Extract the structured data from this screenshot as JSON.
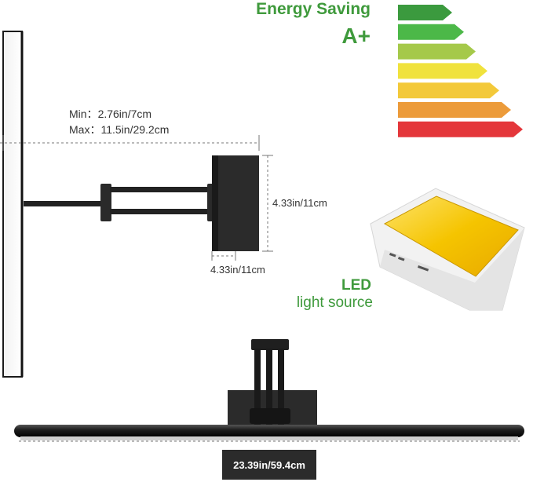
{
  "energy": {
    "title": "Energy Saving",
    "grade": "A+",
    "bar_colors": [
      "#3b9a3e",
      "#4cb848",
      "#a5c94a",
      "#f0e23d",
      "#f3c93a",
      "#ec9b3a",
      "#e4373b"
    ]
  },
  "dimensions": {
    "min_label": "Min：",
    "min_value": "2.76in",
    "min_unit": "/7cm",
    "max_label": "Max：",
    "max_value": "11.5in",
    "max_unit": "/29.2cm",
    "base_height": "4.33in/11cm",
    "base_depth": "4.33in/11cm",
    "bar_width": "23.39in/59.4cm"
  },
  "led": {
    "title": "LED",
    "subtitle": "light source"
  },
  "icons": {
    "wall": "wall-panel",
    "lamp_side": "picture-light-side-view",
    "led_chip": "led-chip-illustration",
    "lamp_front": "picture-light-front-view"
  }
}
